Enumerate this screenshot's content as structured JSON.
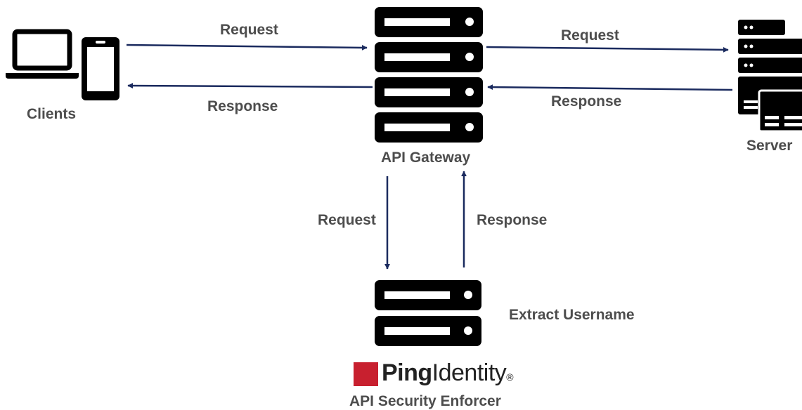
{
  "nodes": {
    "clients": {
      "label": "Clients",
      "icon": "laptop-and-phone-icon"
    },
    "gateway": {
      "label": "API Gateway",
      "icon": "server-rack-icon"
    },
    "server": {
      "label": "Server",
      "icon": "server-stack-icon"
    },
    "enforcer": {
      "label": "API Security Enforcer",
      "note": "Extract Username",
      "icon": "server-rack-icon",
      "logo": {
        "bold": "Ping",
        "regular": "Identity",
        "mark": "®",
        "mark_icon": "pingidentity-square-icon"
      }
    }
  },
  "edges": {
    "client_request": "Request",
    "client_response": "Response",
    "server_request": "Request",
    "server_response": "Response",
    "enforcer_request": "Request",
    "enforcer_response": "Response"
  },
  "colors": {
    "arrow": "#1a2a5e",
    "label": "#4d4d4d",
    "icon": "#000000",
    "logo_red": "#c8202f",
    "logo_text": "#222222"
  }
}
